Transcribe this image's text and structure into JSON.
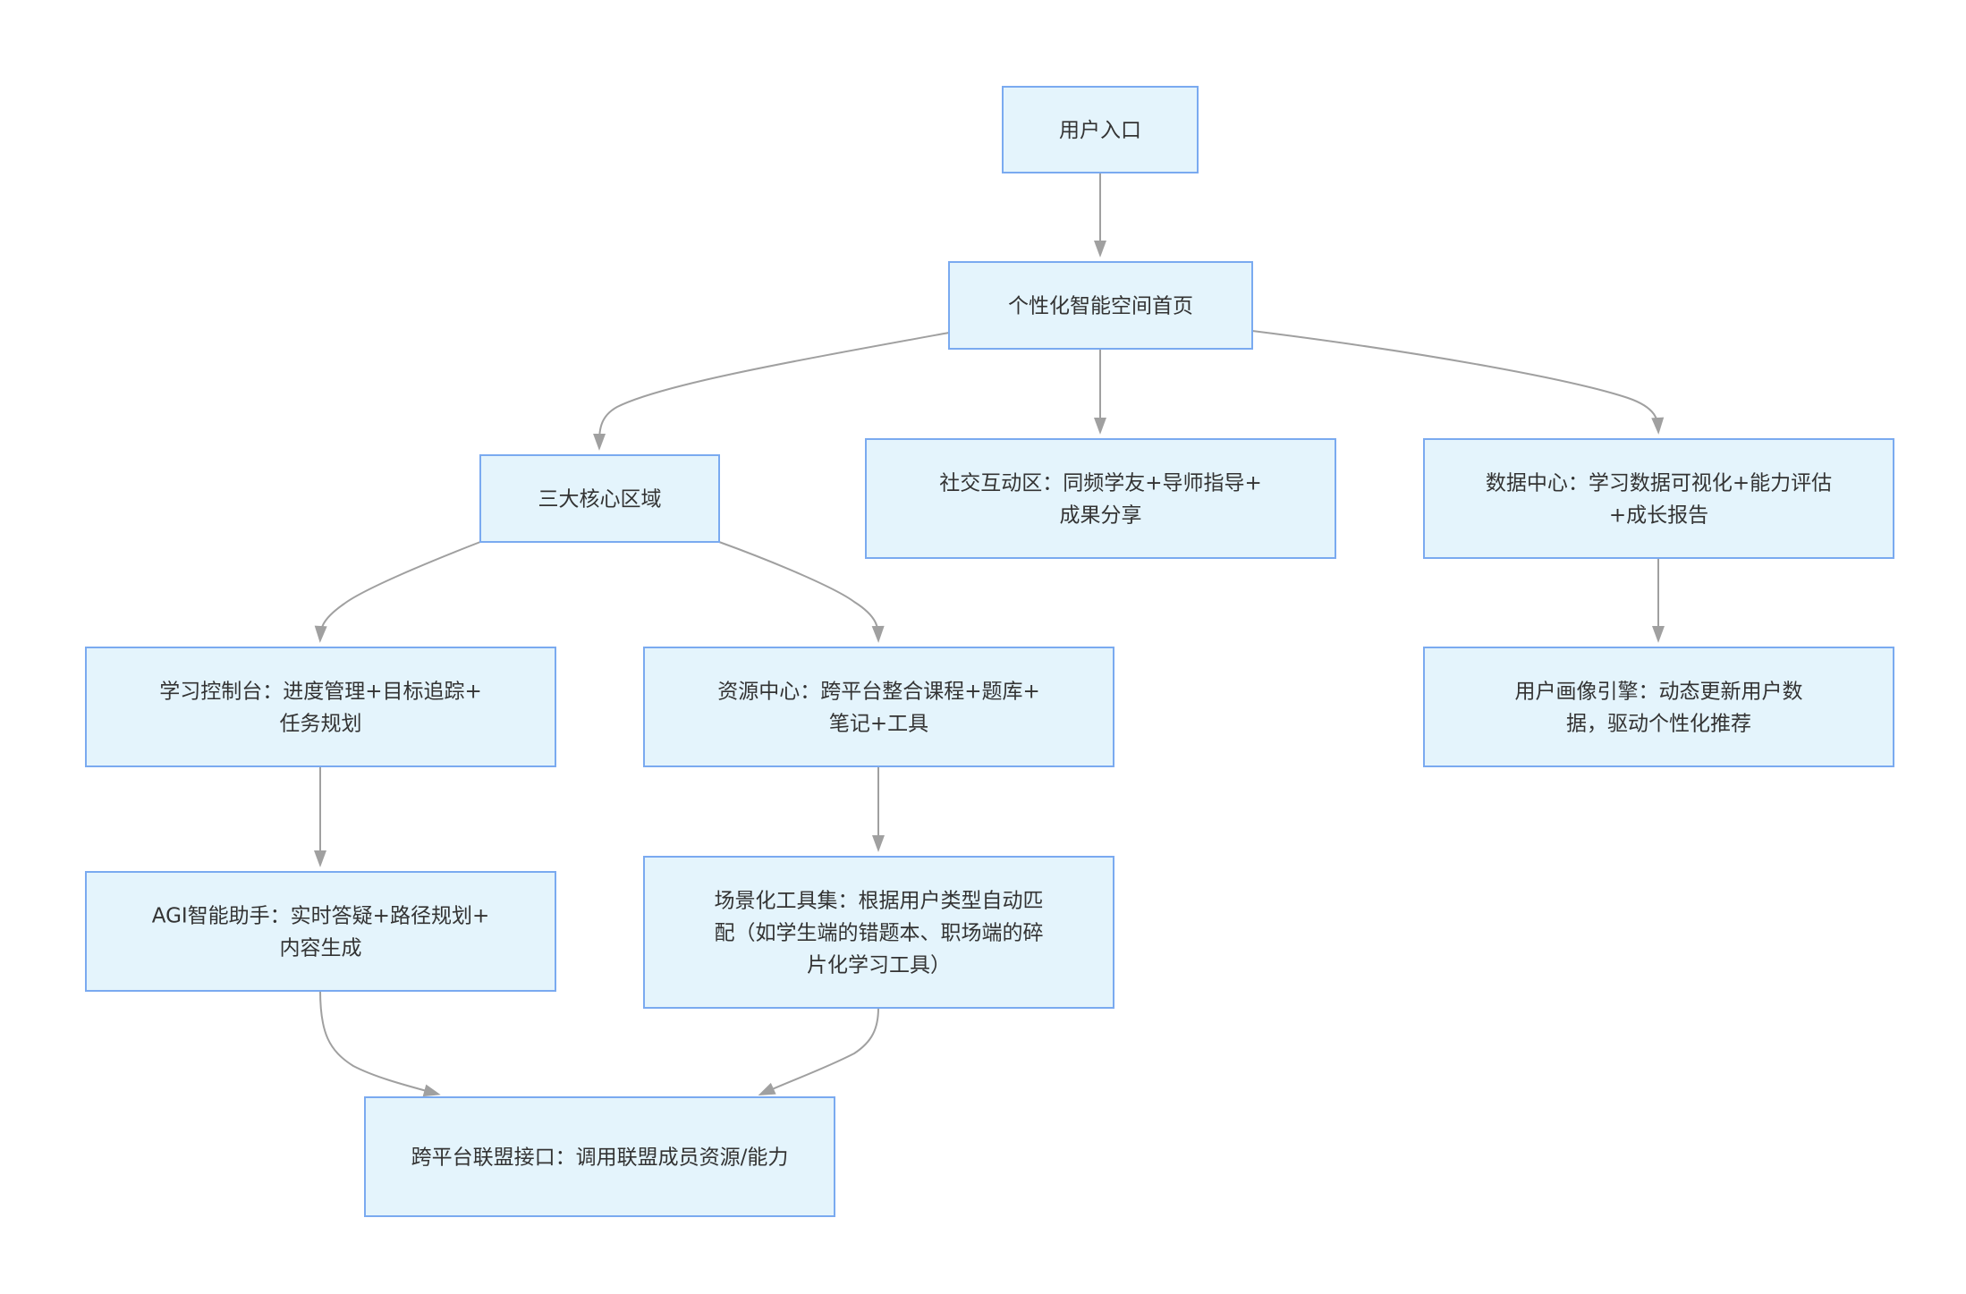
{
  "nodes": {
    "user_entry": {
      "label": "用户入口"
    },
    "homepage": {
      "label": "个性化智能空间首页"
    },
    "core_areas": {
      "label": "三大核心区域"
    },
    "social_zone": {
      "label": "社交互动区：同频学友+导师指导+成果分享"
    },
    "data_center": {
      "label": "数据中心：学习数据可视化+能力评估+成长报告"
    },
    "learning_console": {
      "label": "学习控制台：进度管理+目标追踪+任务规划"
    },
    "resource_center": {
      "label": "资源中心：跨平台整合课程+题库+笔记+工具"
    },
    "user_profile_engine": {
      "label": "用户画像引擎：动态更新用户数据，驱动个性化推荐"
    },
    "agi_assistant": {
      "label": "AGI智能助手：实时答疑+路径规划+内容生成"
    },
    "scenario_toolkit": {
      "label": "场景化工具集：根据用户类型自动匹配（如学生端的错题本、职场端的碎片化学习工具）"
    },
    "alliance_interface": {
      "label": "跨平台联盟接口：调用联盟成员资源/能力"
    }
  },
  "edges": [
    {
      "from": "user_entry",
      "to": "homepage"
    },
    {
      "from": "homepage",
      "to": "core_areas"
    },
    {
      "from": "homepage",
      "to": "social_zone"
    },
    {
      "from": "homepage",
      "to": "data_center"
    },
    {
      "from": "core_areas",
      "to": "learning_console"
    },
    {
      "from": "core_areas",
      "to": "resource_center"
    },
    {
      "from": "data_center",
      "to": "user_profile_engine"
    },
    {
      "from": "learning_console",
      "to": "agi_assistant"
    },
    {
      "from": "resource_center",
      "to": "scenario_toolkit"
    },
    {
      "from": "agi_assistant",
      "to": "alliance_interface"
    },
    {
      "from": "scenario_toolkit",
      "to": "alliance_interface"
    }
  ]
}
